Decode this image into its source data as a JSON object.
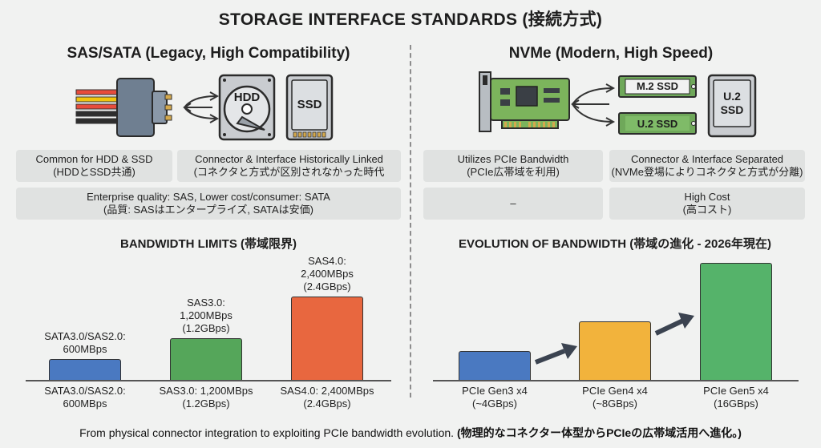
{
  "title": "STORAGE INTERFACE STANDARDS (接続方式)",
  "left": {
    "heading": "SAS/SATA (Legacy, High Compatibility)",
    "hdd_label": "HDD",
    "ssd_label": "SSD",
    "info1_line1": "Common for HDD & SSD",
    "info1_line2": "(HDDとSSD共通)",
    "info2_line1": "Connector & Interface Historically Linked",
    "info2_line2": "(コネクタと方式が区別されなかった時代",
    "info3_line1": "Enterprise quality: SAS, Lower cost/consumer: SATA",
    "info3_line2": "(品質: SASはエンタープライズ, SATAは安価)",
    "chart_title": "BANDWIDTH LIMITS (帯域限界)"
  },
  "right": {
    "heading": "NVMe (Modern, High Speed)",
    "m2_label": "M.2 SSD",
    "u2_small_label": "U.2 SSD",
    "u2_big_line1": "U.2",
    "u2_big_line2": "SSD",
    "info1_line1": "Utilizes PCIe Bandwidth",
    "info1_line2": "(PCIe広帯域を利用)",
    "info2_line1": "Connector & Interface Separated",
    "info2_line2": "(NVMe登場によりコネクタと方式が分離)",
    "info3_line1": "–",
    "info4_line1": "High Cost",
    "info4_line2": "(高コスト)",
    "chart_title": "EVOLUTION OF BANDWIDTH (帯域の進化 - 2026年現在)"
  },
  "chart_data": [
    {
      "type": "bar",
      "title": "BANDWIDTH LIMITS (帯域限界)",
      "unit": "MBps",
      "categories": [
        "SATA3.0/SAS2.0",
        "SAS3.0",
        "SAS4.0"
      ],
      "values": [
        600,
        1200,
        2400
      ],
      "colors": [
        "#4a79c1",
        "#55a65a",
        "#e8673f"
      ],
      "top_labels": [
        [
          "SATA3.0/SAS2.0:",
          "600MBps"
        ],
        [
          "SAS3.0:",
          "1,200MBps",
          "(1.2GBps)"
        ],
        [
          "SAS4.0:",
          "2,400MBps",
          "(2.4GBps)"
        ]
      ],
      "bottom_labels": [
        [
          "SATA3.0/SAS2.0:",
          "600MBps"
        ],
        [
          "SAS3.0: 1,200MBps",
          "(1.2GBps)"
        ],
        [
          "SAS4.0: 2,400MBps",
          "(2.4GBps)"
        ]
      ]
    },
    {
      "type": "bar",
      "title": "EVOLUTION OF BANDWIDTH (帯域の進化 - 2026年現在)",
      "unit": "GBps",
      "categories": [
        "PCIe Gen3 x4",
        "PCIe Gen4 x4",
        "PCIe Gen5 x4"
      ],
      "values": [
        4,
        8,
        16
      ],
      "colors": [
        "#4a79c1",
        "#f2b33c",
        "#55b36a"
      ],
      "bottom_labels": [
        [
          "PCIe Gen3 x4",
          "(~4GBps)"
        ],
        [
          "PCIe Gen4 x4",
          "(~8GBps)"
        ],
        [
          "PCIe Gen5 x4",
          "(16GBps)"
        ]
      ]
    }
  ],
  "footer": {
    "text_en": "From physical connector integration to exploiting PCIe bandwidth evolution.",
    "text_jp": "(物理的なコネクター体型からPCIeの広帯域活用へ進化。)"
  }
}
